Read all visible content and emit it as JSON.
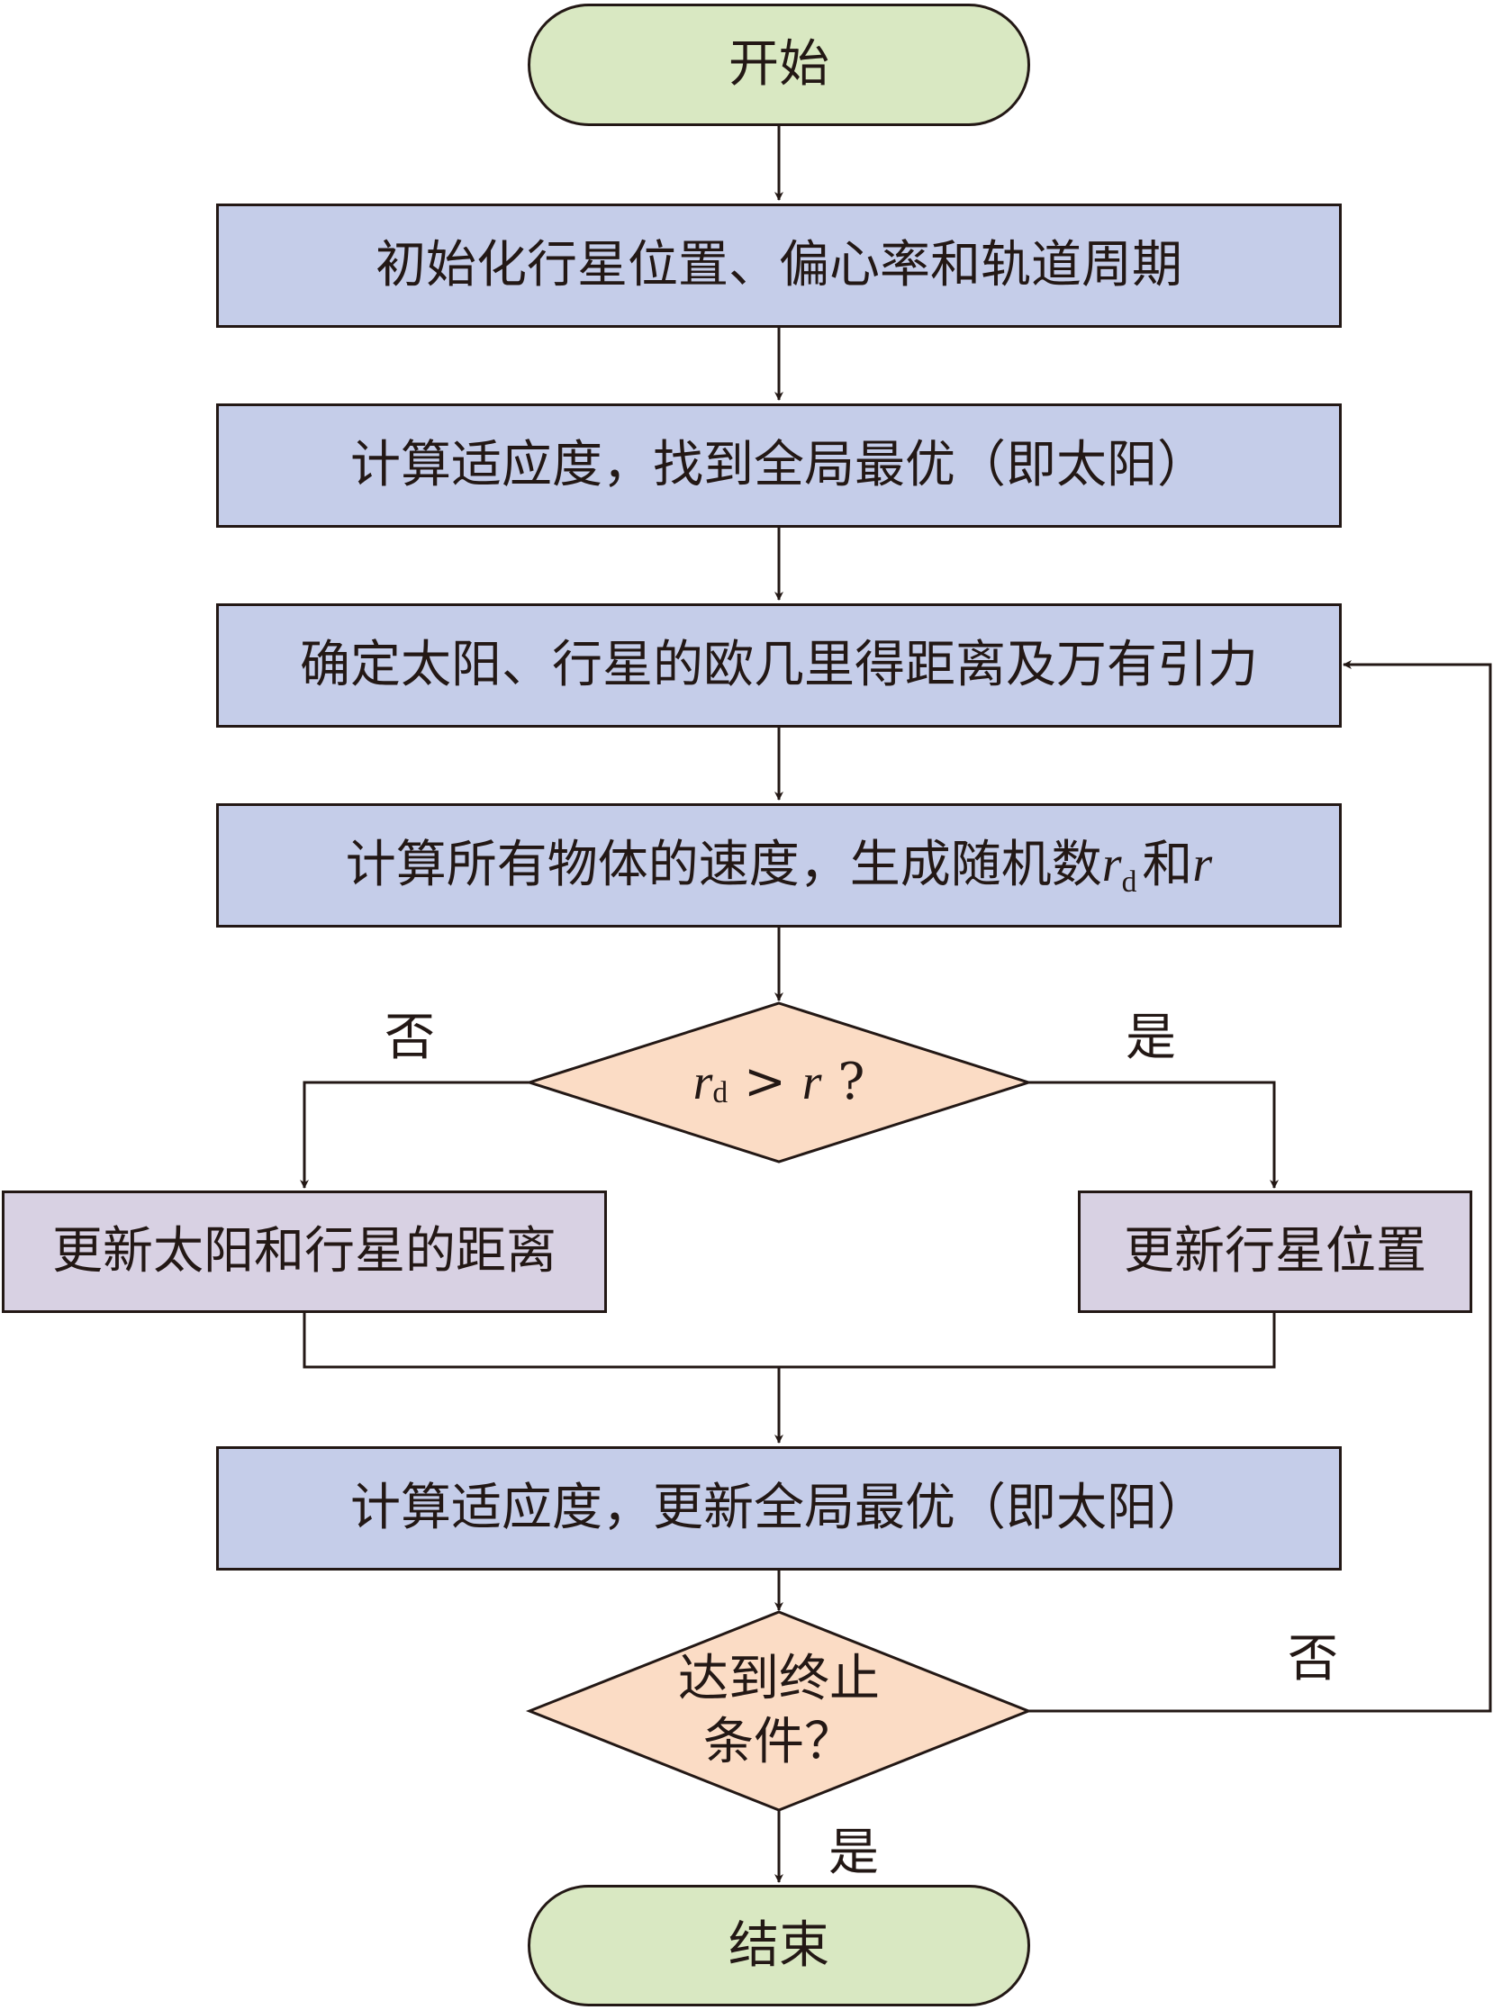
{
  "start": "开始",
  "step_init": "初始化行星位置、偏心率和轨道周期",
  "step_fitness_find": "计算适应度，找到全局最优（即太阳）",
  "step_distance_gravity": "确定太阳、行星的欧几里得距离及万有引力",
  "step_velocity": {
    "text": "计算所有物体的速度，生成随机数",
    "var_r": "r",
    "var_sub": "d",
    "joiner": "和",
    "var_r2": "r"
  },
  "decision_rd": {
    "var_r": "r",
    "var_sub": "d",
    "op": " > ",
    "var_r2": "r",
    "tail": " ?"
  },
  "branch_no_label": "否",
  "branch_yes_label": "是",
  "update_distance": "更新太阳和行星的距离",
  "update_position": "更新行星位置",
  "step_fitness_update": "计算适应度，更新全局最优（即太阳）",
  "decision_stop": {
    "line1": "达到终止",
    "line2": "条件？"
  },
  "loop_no_label": "否",
  "end_yes_label": "是",
  "end": "结束",
  "colors": {
    "terminal_fill": "#d9e8c2",
    "process_fill": "#c5cde9",
    "update_fill": "#d8d1e3",
    "decision_fill": "#fbdcc5",
    "stroke": "#231815"
  }
}
